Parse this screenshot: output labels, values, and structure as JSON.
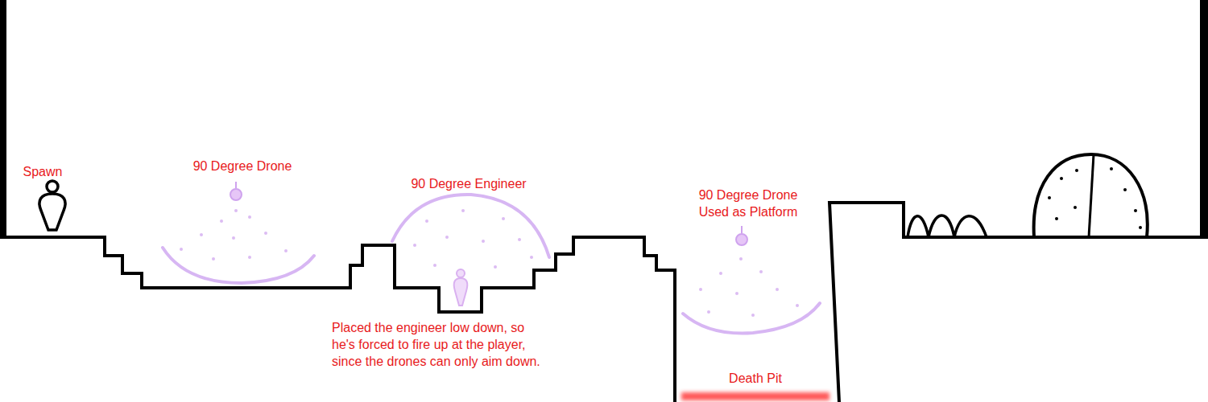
{
  "diagram": {
    "labels": [
      "Spawn",
      "90 Degree Drone",
      "90 Degree Engineer",
      "Placed the engineer low down, so he's forced to fire up at the player, since the drones can only aim down.",
      "90 Degree Drone Used as Platform",
      "Death Pit"
    ]
  }
}
